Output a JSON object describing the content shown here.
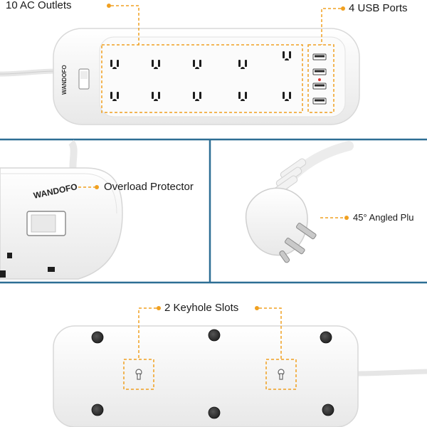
{
  "callouts": {
    "ac_outlets": "10 AC Outlets",
    "usb_ports": "4 USB Ports",
    "overload_protector": "Overload Protector",
    "angled_plug": "45° Angled Plu",
    "keyhole_slots": "2 Keyhole Slots"
  },
  "brand": {
    "top_view": "WANDOFO",
    "closeup": "WANDOFO"
  },
  "colors": {
    "callout_line": "#f0a020",
    "divider": "#2d6e94",
    "product_body": "#f7f7f7",
    "rubber_foot": "#2a2a2a"
  }
}
